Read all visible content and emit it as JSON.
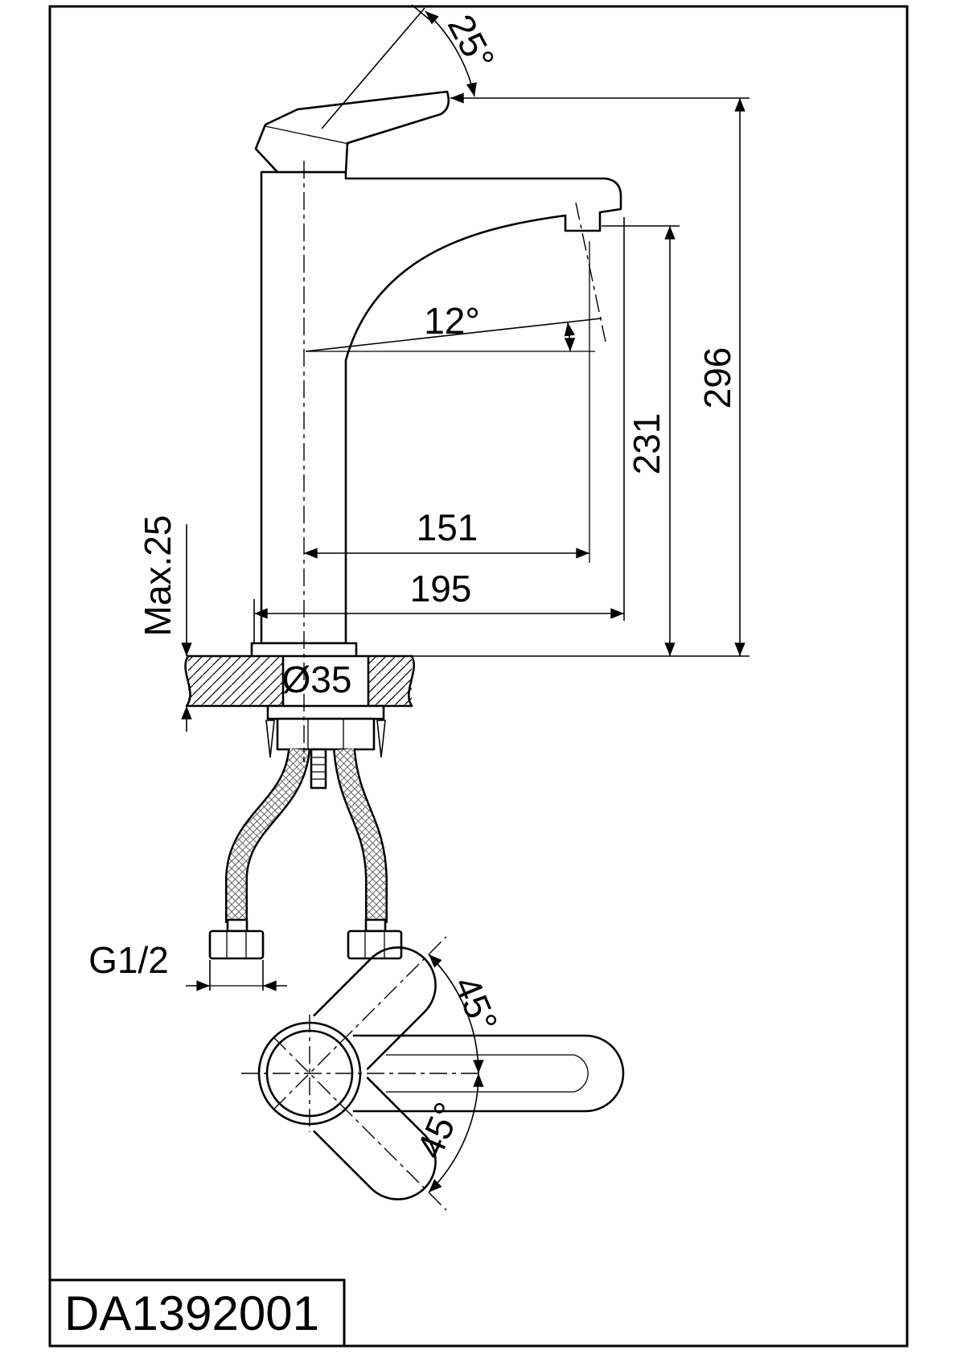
{
  "colors": {
    "ink": "#000000",
    "paper": "#ffffff"
  },
  "title_block": {
    "model_number": "DA1392001"
  },
  "side_view": {
    "handle_angle": "25°",
    "spout_angle": "12°",
    "overall_height": "296",
    "outlet_height": "231",
    "reach_to_outlet_center": "151",
    "overall_reach": "195",
    "max_deck_thickness": "Max.25",
    "hole_diameter": "Ø35",
    "hose_thread": "G1/2"
  },
  "top_view": {
    "swing_up": "45°",
    "swing_down": "45°"
  }
}
